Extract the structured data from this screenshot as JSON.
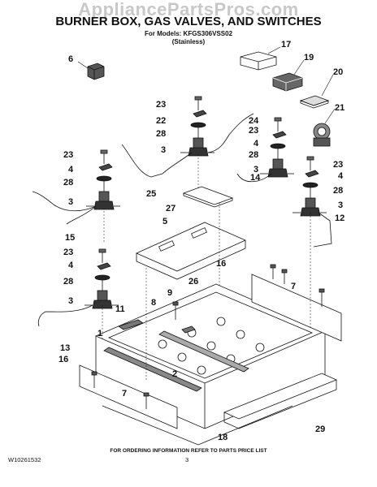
{
  "watermark": "AppliancePartsPros.com",
  "title": "BURNER BOX, GAS VALVES, AND SWITCHES",
  "models_line": "For Models: KFGS306VSS02",
  "finish_line": "(Stainless)",
  "footer_note": "FOR ORDERING INFORMATION REFER TO PARTS PRICE LIST",
  "doc_id": "W10261532",
  "page_number": "3",
  "callouts": [
    {
      "id": "c6",
      "text": "6"
    },
    {
      "id": "c17",
      "text": "17"
    },
    {
      "id": "c19",
      "text": "19"
    },
    {
      "id": "c20",
      "text": "20"
    },
    {
      "id": "c21",
      "text": "21"
    },
    {
      "id": "c23a",
      "text": "23"
    },
    {
      "id": "c22",
      "text": "22"
    },
    {
      "id": "c28a",
      "text": "28"
    },
    {
      "id": "c3a",
      "text": "3"
    },
    {
      "id": "c24",
      "text": "24"
    },
    {
      "id": "c23b",
      "text": "23"
    },
    {
      "id": "c4a",
      "text": "4"
    },
    {
      "id": "c28b",
      "text": "28"
    },
    {
      "id": "c3b",
      "text": "3"
    },
    {
      "id": "c14",
      "text": "14"
    },
    {
      "id": "c23c",
      "text": "23"
    },
    {
      "id": "c4b",
      "text": "4"
    },
    {
      "id": "c28c",
      "text": "28"
    },
    {
      "id": "c3c",
      "text": "3"
    },
    {
      "id": "c25",
      "text": "25"
    },
    {
      "id": "c23d",
      "text": "23"
    },
    {
      "id": "c4c",
      "text": "4"
    },
    {
      "id": "c28d",
      "text": "28"
    },
    {
      "id": "c3d",
      "text": "3"
    },
    {
      "id": "c27",
      "text": "27"
    },
    {
      "id": "c5",
      "text": "5"
    },
    {
      "id": "c12",
      "text": "12"
    },
    {
      "id": "c15",
      "text": "15"
    },
    {
      "id": "c23e",
      "text": "23"
    },
    {
      "id": "c4d",
      "text": "4"
    },
    {
      "id": "c28e",
      "text": "28"
    },
    {
      "id": "c3e",
      "text": "3"
    },
    {
      "id": "c16a",
      "text": "16"
    },
    {
      "id": "c7a",
      "text": "7"
    },
    {
      "id": "c9",
      "text": "9"
    },
    {
      "id": "c26",
      "text": "26"
    },
    {
      "id": "c8",
      "text": "8"
    },
    {
      "id": "c11",
      "text": "11"
    },
    {
      "id": "c1",
      "text": "1"
    },
    {
      "id": "c13",
      "text": "13"
    },
    {
      "id": "c2",
      "text": "2"
    },
    {
      "id": "c16b",
      "text": "16"
    },
    {
      "id": "c7b",
      "text": "7"
    },
    {
      "id": "c18",
      "text": "18"
    },
    {
      "id": "c29",
      "text": "29"
    }
  ],
  "colors": {
    "ink": "#111111",
    "watermark": "#c8c8c8",
    "part_fill": "#3a3a3a"
  }
}
